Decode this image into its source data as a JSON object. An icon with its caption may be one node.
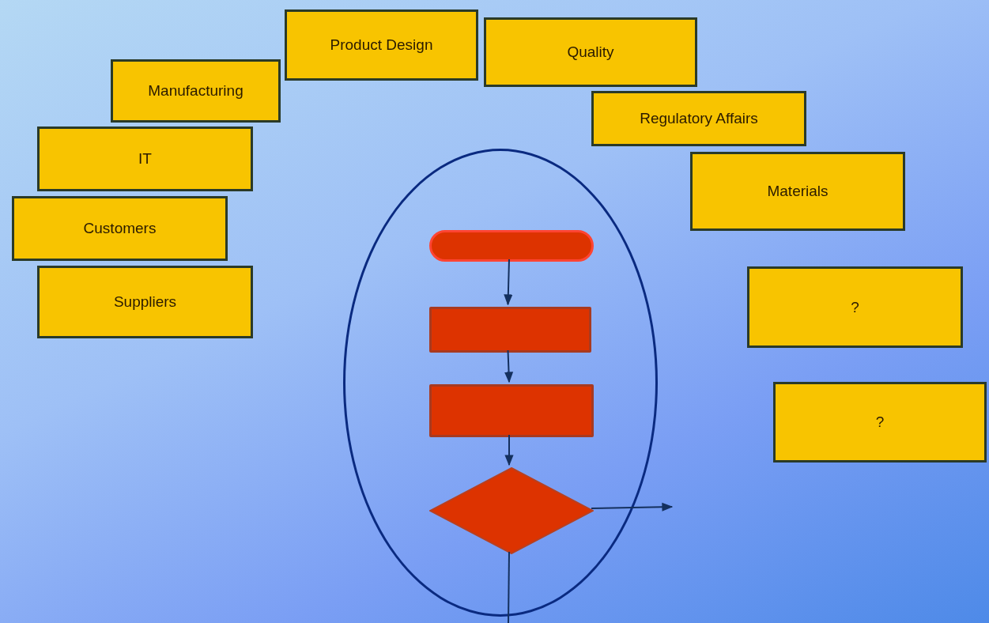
{
  "diagram": {
    "nodes": [
      {
        "text": [
          "Manufacturing"
        ]
      },
      {
        "text": [
          "Product Design"
        ]
      },
      {
        "text": [
          "Quality"
        ]
      },
      {
        "text": [
          "Regulatory Affairs"
        ]
      },
      {
        "text": [
          "IT"
        ]
      },
      {
        "text": [
          "Materials"
        ]
      },
      {
        "text": [
          "Customers"
        ]
      },
      {
        "text": [
          "Suppliers"
        ]
      },
      {
        "text": [
          "?"
        ]
      },
      {
        "text": [
          "?"
        ]
      },
      {
        "text": [],
        "shape": "ellipse"
      },
      {
        "text": [],
        "shape": "box",
        "in": 10
      },
      {
        "text": [],
        "shape": "box",
        "in": 10
      },
      {
        "text": [],
        "shape": "box",
        "in": 10
      },
      {
        "text": [],
        "shape": "diamond",
        "in": 10
      }
    ],
    "edges": [
      {
        "from": 11,
        "to": 12,
        "arrow": "to"
      },
      {
        "from": 12,
        "to": 13,
        "arrow": "to"
      },
      {
        "from": 13,
        "to": 14,
        "arrow": "to"
      },
      {
        "from": 14,
        "to": null,
        "arrow": "to"
      },
      {
        "from": 14,
        "to": null,
        "arrow": "none"
      }
    ]
  }
}
